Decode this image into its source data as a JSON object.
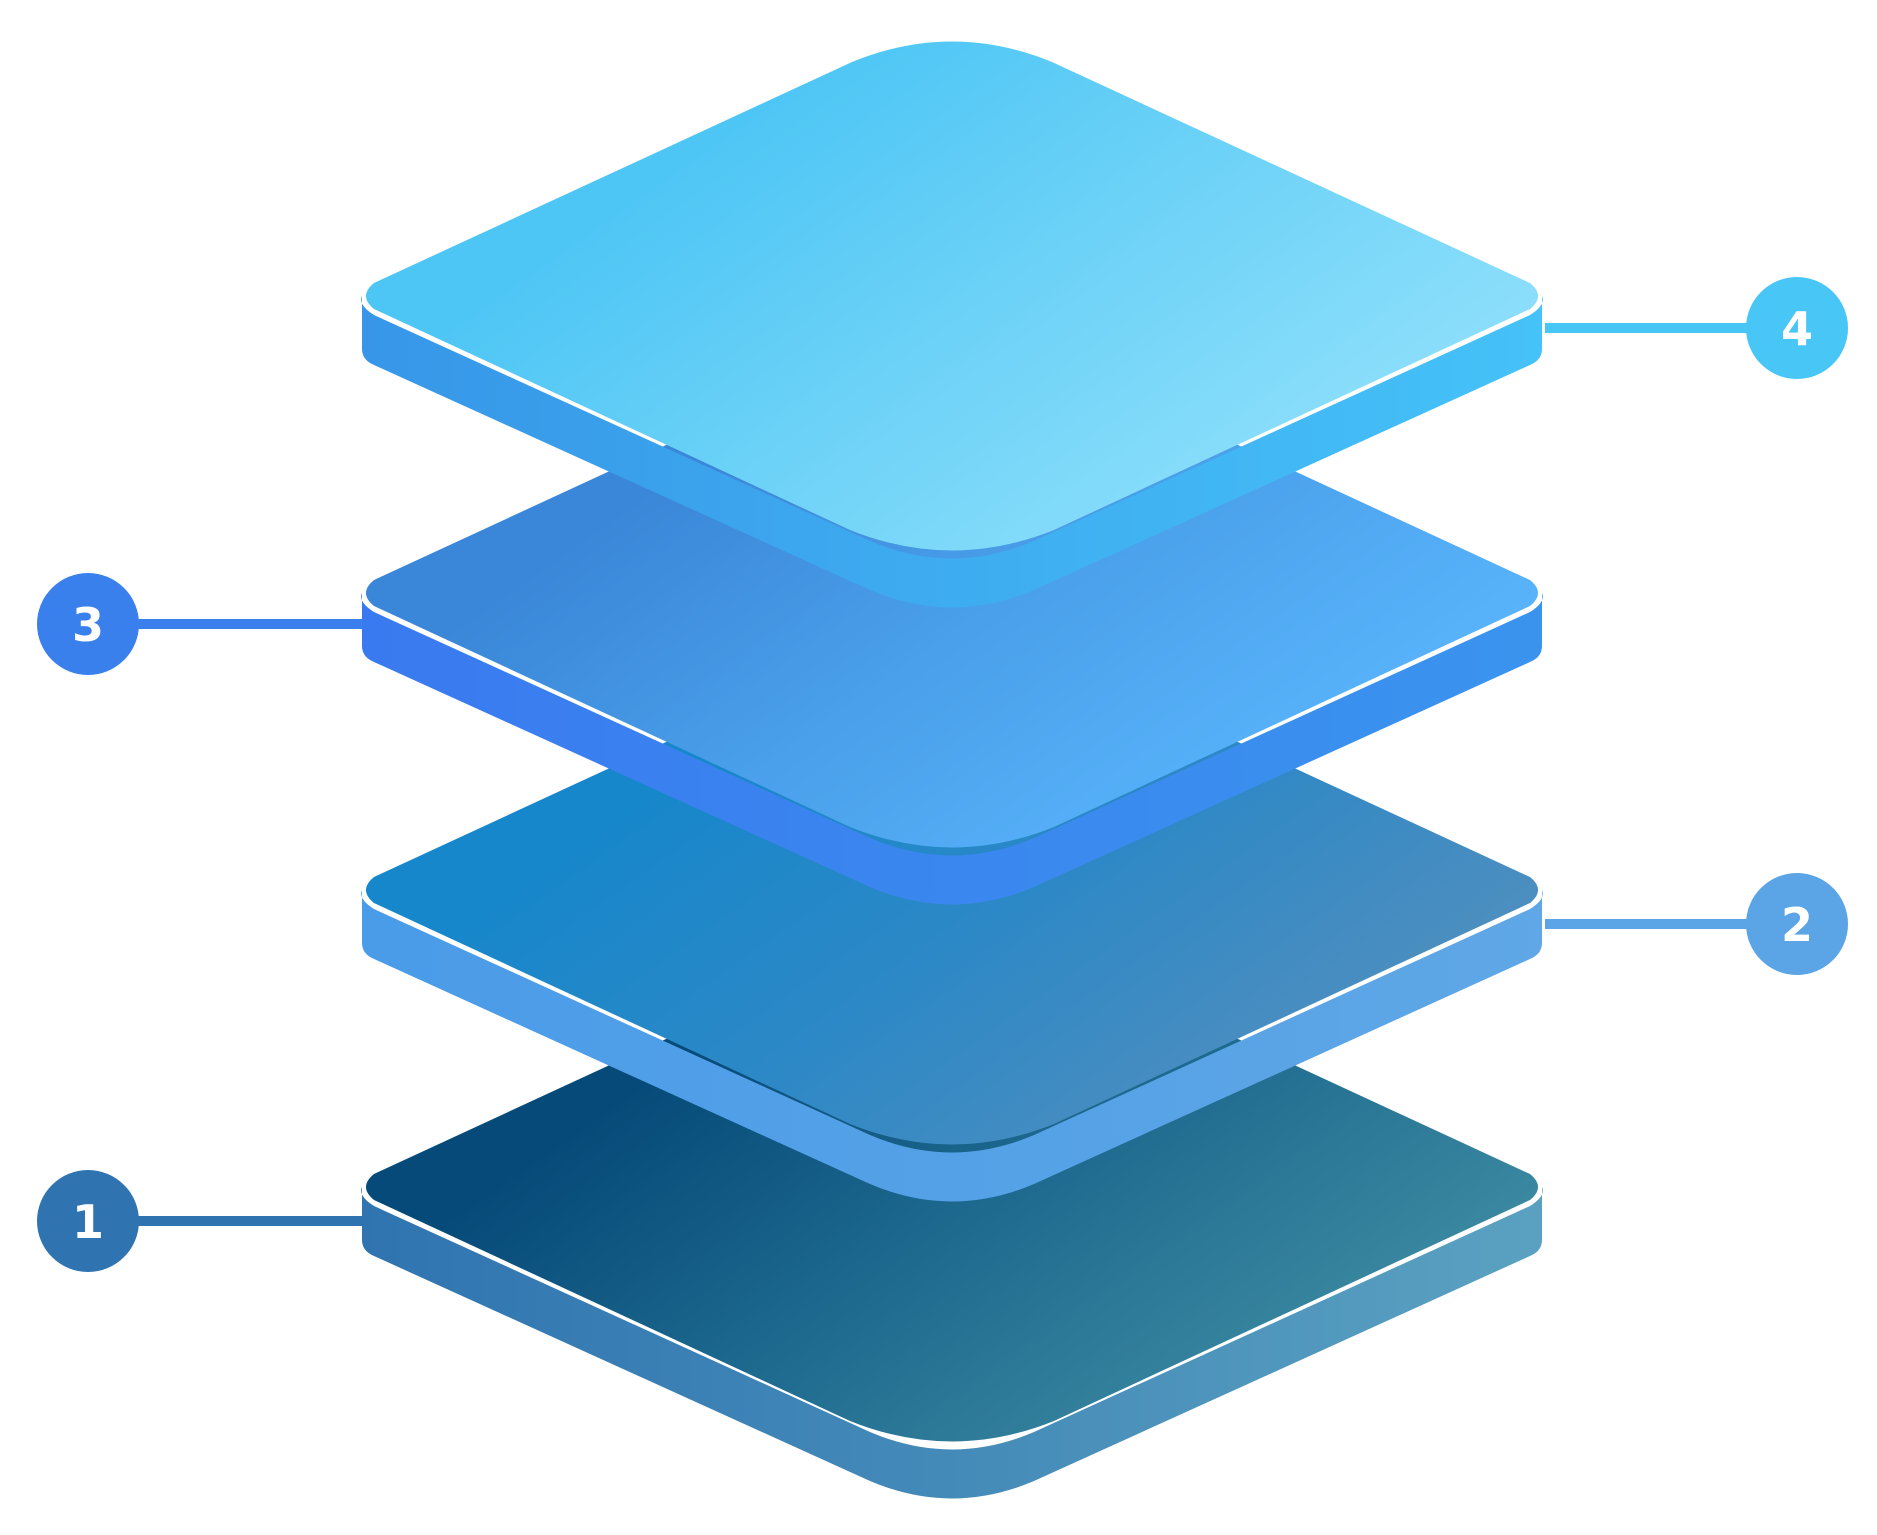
{
  "layers": [
    {
      "label": "1",
      "badge_side": "left",
      "colors": {
        "top_start": "#064a79",
        "top_mid": "#1e6a8f",
        "top_end": "#3a87a0",
        "side_start": "#2f74b0",
        "side_end": "#5aa1c1",
        "badge": "#2f74b0"
      }
    },
    {
      "label": "2",
      "badge_side": "right",
      "colors": {
        "top_start": "#1687cb",
        "top_mid": "#2c88c6",
        "top_end": "#4c8ec0",
        "side_start": "#4a9be8",
        "side_end": "#5fa7e6",
        "badge": "#5ba5e6"
      }
    },
    {
      "label": "3",
      "badge_side": "left",
      "colors": {
        "top_start": "#3a86d8",
        "top_mid": "#4aa0ea",
        "top_end": "#58b3fb",
        "side_start": "#3a7af0",
        "side_end": "#3a94ee",
        "badge": "#3a80ec"
      }
    },
    {
      "label": "4",
      "badge_side": "right",
      "colors": {
        "top_start": "#4ec6f5",
        "top_mid": "#6dd2f7",
        "top_end": "#8bdefb",
        "side_start": "#3796e8",
        "side_end": "#45c2f8",
        "badge": "#48c6f6"
      }
    }
  ]
}
